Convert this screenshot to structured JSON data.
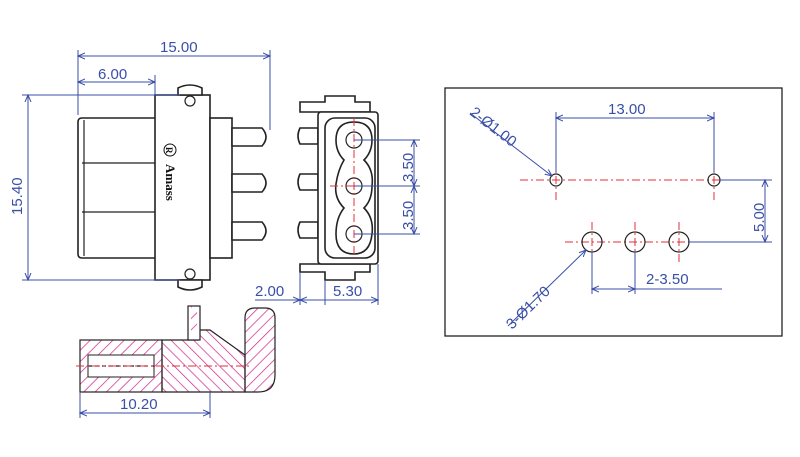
{
  "dimensions": {
    "overall_length": "15.00",
    "housing_length": "6.00",
    "overall_height": "15.40",
    "pin_pitch_upper": "3.50",
    "pin_pitch_lower": "3.50",
    "flange_offset": "2.00",
    "body_width": "5.30",
    "side_length": "10.20"
  },
  "footprint": {
    "mount_hole_spacing": "13.00",
    "mount_hole_label": "2-Ø1.00",
    "row_spacing": "5.00",
    "pin_hole_label": "3-Ø1.70",
    "pin_pitch_label": "2-3.50"
  },
  "marking": {
    "brand": "Amass",
    "registered": "R"
  },
  "colors": {
    "dimension": "#3a4fa8",
    "centerline": "#e0303a",
    "section_hatch": "#d0208a",
    "outline": "#222222"
  }
}
